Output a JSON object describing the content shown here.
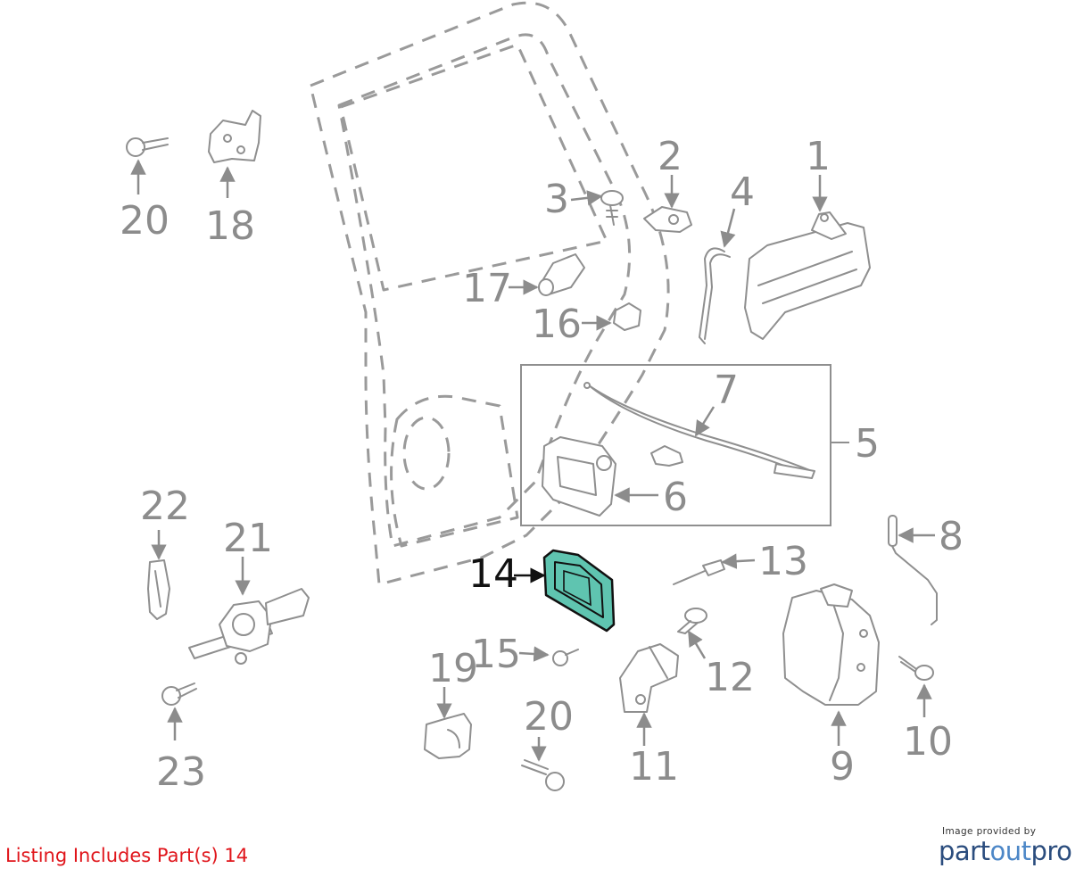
{
  "diagram": {
    "highlighted_part": "14",
    "callouts": [
      {
        "id": "1",
        "label": "1"
      },
      {
        "id": "2",
        "label": "2"
      },
      {
        "id": "3",
        "label": "3"
      },
      {
        "id": "4",
        "label": "4"
      },
      {
        "id": "5",
        "label": "5"
      },
      {
        "id": "6",
        "label": "6"
      },
      {
        "id": "7",
        "label": "7"
      },
      {
        "id": "8",
        "label": "8"
      },
      {
        "id": "9",
        "label": "9"
      },
      {
        "id": "10",
        "label": "10"
      },
      {
        "id": "11",
        "label": "11"
      },
      {
        "id": "12",
        "label": "12"
      },
      {
        "id": "13",
        "label": "13"
      },
      {
        "id": "14",
        "label": "14"
      },
      {
        "id": "15",
        "label": "15"
      },
      {
        "id": "16",
        "label": "16"
      },
      {
        "id": "17",
        "label": "17"
      },
      {
        "id": "18",
        "label": "18"
      },
      {
        "id": "19",
        "label": "19"
      },
      {
        "id": "20a",
        "label": "20"
      },
      {
        "id": "20b",
        "label": "20"
      },
      {
        "id": "21",
        "label": "21"
      },
      {
        "id": "22",
        "label": "22"
      },
      {
        "id": "23",
        "label": "23"
      }
    ]
  },
  "caption": {
    "text": "Listing Includes Part(s) 14",
    "color": "#e0151b"
  },
  "credit": {
    "small_text": "Image provided by",
    "brand_part1": "part",
    "brand_part2": "out",
    "brand_part3": "pro",
    "brand_color": "#2b4d7e",
    "accent_color": "#4d87c7"
  },
  "colors": {
    "highlight_fill": "#5fc4b0",
    "line": "#8f8f8f"
  }
}
